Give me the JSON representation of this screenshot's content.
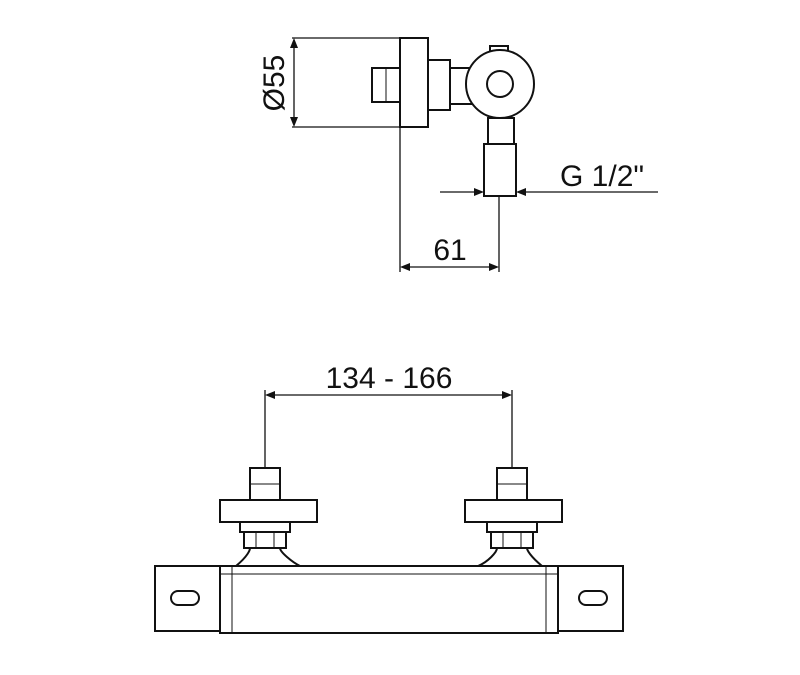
{
  "dimensions": {
    "diameter": "Ø55",
    "thread": "G 1/2\"",
    "projection": "61",
    "center_distance": "134 - 166"
  }
}
